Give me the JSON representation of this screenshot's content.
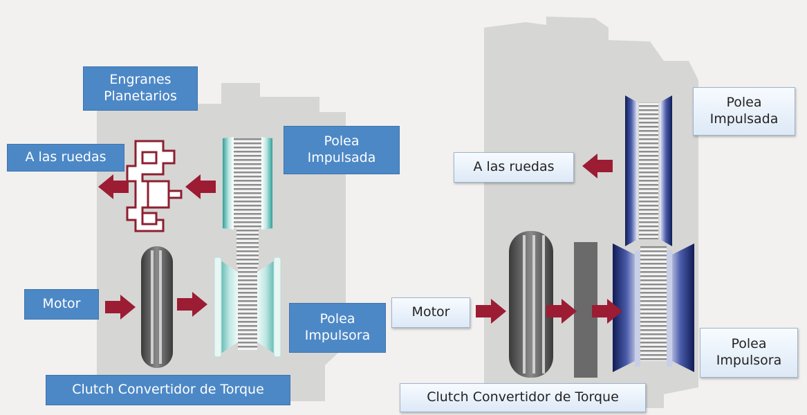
{
  "left_diagram": {
    "planetary_gears_label": [
      "Engranes",
      "Planetarios"
    ],
    "wheels_label": "A las ruedas",
    "driven_pulley_label": [
      "Polea",
      "Impulsada"
    ],
    "motor_label": "Motor",
    "drive_pulley_label": [
      "Polea",
      "Impulsora"
    ],
    "clutch_label": "Clutch Convertidor de Torque"
  },
  "right_diagram": {
    "driven_pulley_label": [
      "Polea",
      "Impulsada"
    ],
    "wheels_label": "A las ruedas",
    "motor_label": "Motor",
    "drive_pulley_label": [
      "Polea",
      "Impulsora"
    ],
    "clutch_label": "Clutch Convertidor de Torque"
  },
  "colors": {
    "arrow": "#9c1c33",
    "label_blue": "#4d88c6",
    "belt_teal": "#4fb9b0",
    "pulley_navy": "#1f2f6e",
    "gear_red": "#8e1f30",
    "silhouette": "#d3d3d1"
  }
}
